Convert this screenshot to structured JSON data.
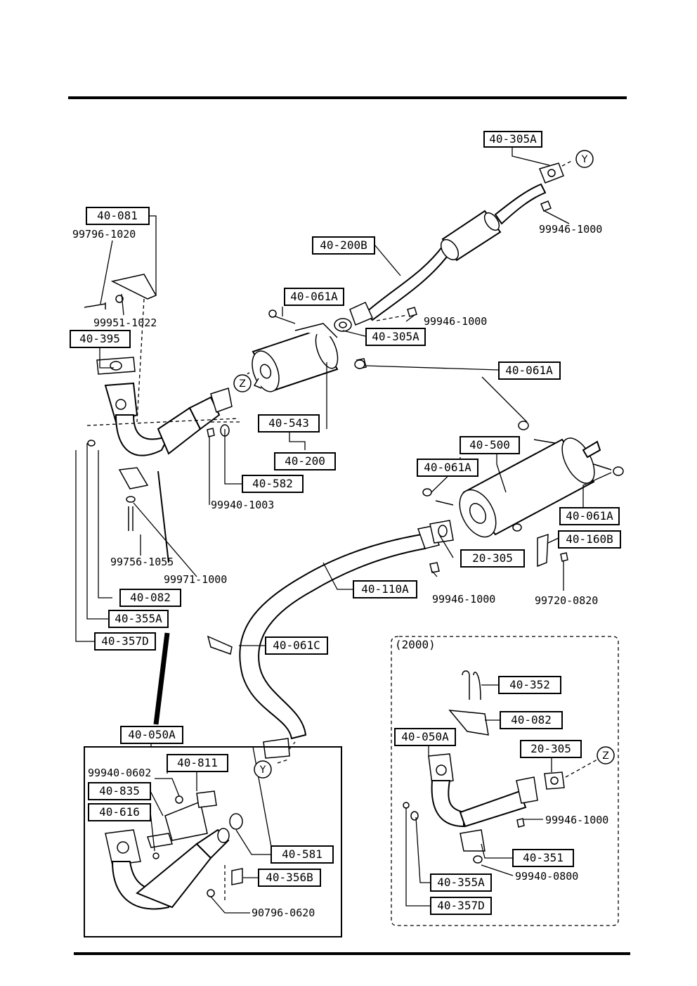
{
  "parts": [
    {
      "id": "p1",
      "label": "40-305A"
    },
    {
      "id": "p2",
      "label": "40-081"
    },
    {
      "id": "p3",
      "label": "40-200B"
    },
    {
      "id": "p4",
      "label": "40-061A"
    },
    {
      "id": "p5",
      "label": "40-305A"
    },
    {
      "id": "p6",
      "label": "40-395"
    },
    {
      "id": "p7",
      "label": "40-061A"
    },
    {
      "id": "p8",
      "label": "40-543"
    },
    {
      "id": "p9",
      "label": "40-200"
    },
    {
      "id": "p10",
      "label": "40-500"
    },
    {
      "id": "p11",
      "label": "40-061A"
    },
    {
      "id": "p12",
      "label": "40-582"
    },
    {
      "id": "p13",
      "label": "40-061A"
    },
    {
      "id": "p14",
      "label": "40-160B"
    },
    {
      "id": "p15",
      "label": "20-305"
    },
    {
      "id": "p16",
      "label": "40-110A"
    },
    {
      "id": "p17",
      "label": "40-082"
    },
    {
      "id": "p18",
      "label": "40-355A"
    },
    {
      "id": "p19",
      "label": "40-357D"
    },
    {
      "id": "p20",
      "label": "40-061C"
    },
    {
      "id": "p21",
      "label": "40-352"
    },
    {
      "id": "p22",
      "label": "40-082"
    },
    {
      "id": "p23",
      "label": "40-050A"
    },
    {
      "id": "p24",
      "label": "40-050A"
    },
    {
      "id": "p25",
      "label": "20-305"
    },
    {
      "id": "p26",
      "label": "40-811"
    },
    {
      "id": "p27",
      "label": "40-835"
    },
    {
      "id": "p28",
      "label": "40-616"
    },
    {
      "id": "p29",
      "label": "40-581"
    },
    {
      "id": "p30",
      "label": "40-356B"
    },
    {
      "id": "p31",
      "label": "40-351"
    },
    {
      "id": "p32",
      "label": "40-355A"
    },
    {
      "id": "p33",
      "label": "40-357D"
    }
  ],
  "refs": [
    {
      "id": "r1",
      "label": "99796-1020"
    },
    {
      "id": "r2",
      "label": "99946-1000"
    },
    {
      "id": "r3",
      "label": "99951-1022"
    },
    {
      "id": "r4",
      "label": "99946-1000"
    },
    {
      "id": "r5",
      "label": "99940-1003"
    },
    {
      "id": "r6",
      "label": "99756-1055"
    },
    {
      "id": "r7",
      "label": "99971-1000"
    },
    {
      "id": "r8",
      "label": "99946-1000"
    },
    {
      "id": "r9",
      "label": "99720-0820"
    },
    {
      "id": "r10",
      "label": "99940-0602"
    },
    {
      "id": "r11",
      "label": "99946-1000"
    },
    {
      "id": "r12",
      "label": "99940-0800"
    },
    {
      "id": "r13",
      "label": "90796-0620"
    }
  ],
  "markers": [
    {
      "id": "m1",
      "label": "Y"
    },
    {
      "id": "m2",
      "label": "Z"
    },
    {
      "id": "m3",
      "label": "Y"
    },
    {
      "id": "m4",
      "label": "Z"
    }
  ],
  "variant_label": "(2000)",
  "line_color": "#000000",
  "background_color": "#ffffff"
}
